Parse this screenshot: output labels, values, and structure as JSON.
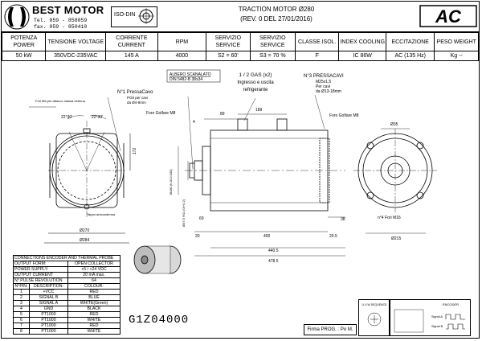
{
  "header": {
    "brand": "BEST MOTOR",
    "tel": "Tel. 059 - 858059",
    "fax": "fax. 059 - 850410",
    "iso_label": "ISO-DIN",
    "title_line1": "TRACTION MOTOR Ø280",
    "title_line2": "(REV. 0 DEL 27/01/2016)",
    "type_badge": "AC"
  },
  "specs": {
    "headers": [
      "POTENZA POWER",
      "TENSIONE VOLTAGE",
      "CORRENTE CURRENT",
      "RPM",
      "SERVIZIO SERVICE",
      "SERVIZIO SERVICE",
      "CLASSE ISOL.",
      "INDEX COOLING",
      "ECCITAZIONE",
      "PESO WEIGHT"
    ],
    "values": [
      "50 kW",
      "350VDC-235VAC",
      "145 A",
      "4000",
      "S2 = 60'",
      "S3 = 70 %",
      "F",
      "IC 86W",
      "AC (135 Hz)",
      "Kg --"
    ]
  },
  "drawing": {
    "front_labels": {
      "holes_note": "Fori M6 per attacco massa esterna",
      "angle_left": "22°30'",
      "angle_right": "22°30'",
      "cap_note": "Tappo antcondensa",
      "dim_172": "172",
      "dim_270": "Ø270",
      "dim_284": "Ø284",
      "n1_title": "N°1 PressaCavo",
      "n1_sub1": "PG9 per cavi",
      "n1_sub2": "da Ø4-8mm",
      "golfare_left": "Foro Golfare M8"
    },
    "side_labels": {
      "shaft_title": "ALBERO SCANALATO",
      "shaft_spec": "DIN 5482-B 38x34",
      "gas_title": "1 / 2 GAS (x2)",
      "gas_sub1": "Ingresso e uscita",
      "gas_sub2": "refrigerante",
      "n3_title": "N°3 PRESSACAVI",
      "n3_sub1": "M25x1,5",
      "n3_sub2": "Per cavi",
      "n3_sub3": "da Ø13-18mm",
      "golfare_right": "Foro Golfare M8",
      "d4": "4",
      "d89": "89",
      "d189": "189",
      "d180": "Ø180 (h.0/-0.040)",
      "d375": "Ø37.5 H11 (0/+0.2)",
      "d60": "60",
      "d38": "38",
      "d20": "20",
      "d400": "400",
      "d205": "20.5",
      "d4405": "440.5",
      "d4785": "478.5"
    },
    "back_labels": {
      "d35": "Ø35",
      "holes": "n°4 Fori M16",
      "d215": "Ø215"
    }
  },
  "connections": {
    "title": "CONNECTIONS ENCODER AND THERMAL PROBE",
    "meta": [
      [
        "OUTPUT FORM:",
        "OPEN COLLECTOR"
      ],
      [
        "POWER SUPPLY:",
        "+5 / +24 VDC"
      ],
      [
        "OUTPUT CURRENT",
        "20 mA  max."
      ],
      [
        "N° PULSE REVOLUTION",
        "64"
      ]
    ],
    "col_headers": [
      "N°PIN:",
      "DESCRIPTION:",
      "COLOUR:"
    ],
    "rows": [
      [
        "1",
        "+VCC",
        "RED"
      ],
      [
        "2",
        "SIGNAL B",
        "BLUE"
      ],
      [
        "3",
        "SIGNAL A",
        "WHITE(Green)"
      ],
      [
        "4",
        "GND",
        "BLACK"
      ],
      [
        "5",
        "PT1000",
        "RED"
      ],
      [
        "6",
        "PT1000",
        "WHITE"
      ],
      [
        "7",
        "PT1000",
        "RED"
      ],
      [
        "8",
        "PT1000",
        "WHITE"
      ]
    ]
  },
  "footer": {
    "drawing_number": "G1Z04000",
    "firma": "Firma PROG. : Po M.",
    "uvw_title": "U-V-W SEQUENCE",
    "encoder_title": "ENCODER",
    "signal_a": "Signal A",
    "signal_b": "Signal B"
  }
}
